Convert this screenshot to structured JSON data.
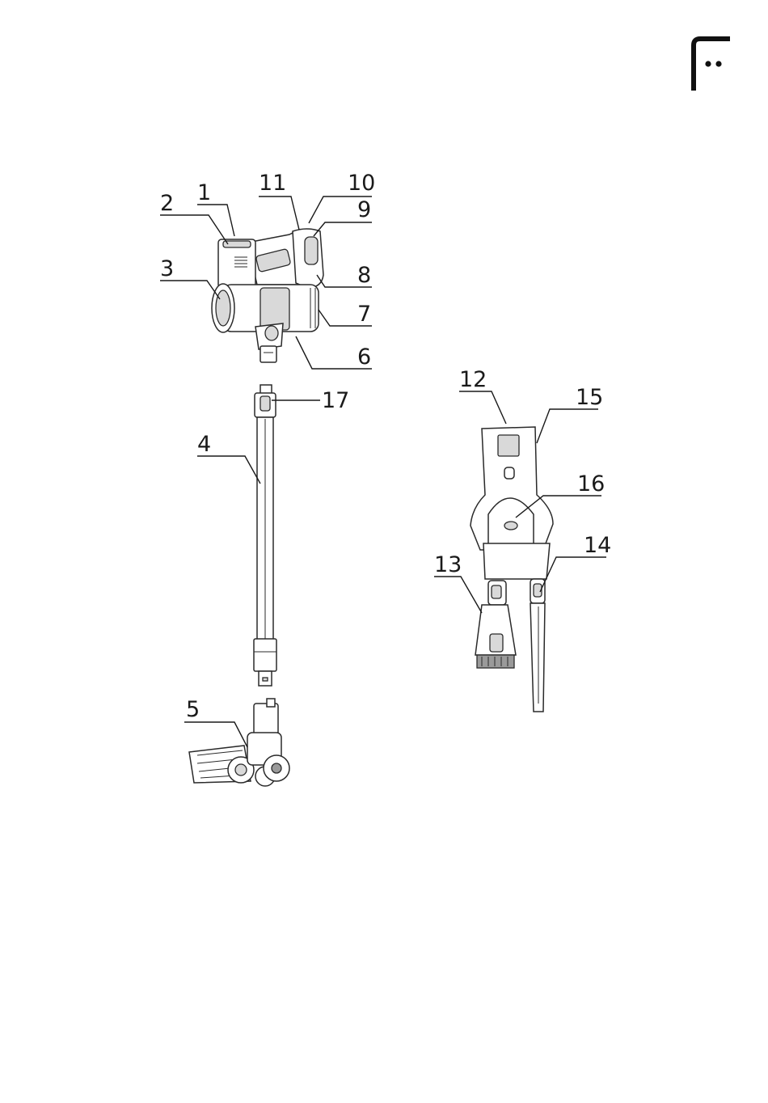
{
  "brand": {
    "logo_icon": "brand-logo-icon",
    "color": "#111111"
  },
  "callouts": [
    {
      "id": "1",
      "text": "1"
    },
    {
      "id": "2",
      "text": "2"
    },
    {
      "id": "3",
      "text": "3"
    },
    {
      "id": "4",
      "text": "4"
    },
    {
      "id": "5",
      "text": "5"
    },
    {
      "id": "6",
      "text": "6"
    },
    {
      "id": "7",
      "text": "7"
    },
    {
      "id": "8",
      "text": "8"
    },
    {
      "id": "9",
      "text": "9"
    },
    {
      "id": "10",
      "text": "10"
    },
    {
      "id": "11",
      "text": "11"
    },
    {
      "id": "12",
      "text": "12"
    },
    {
      "id": "13",
      "text": "13"
    },
    {
      "id": "14",
      "text": "14"
    },
    {
      "id": "15",
      "text": "15"
    },
    {
      "id": "16",
      "text": "16"
    },
    {
      "id": "17",
      "text": "17"
    }
  ]
}
